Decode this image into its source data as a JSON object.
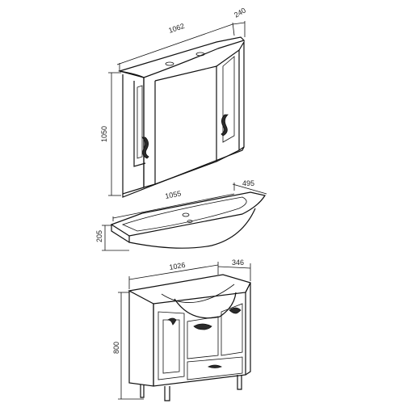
{
  "mirror_cabinet": {
    "width": "1062",
    "depth": "240",
    "height": "1050"
  },
  "washbasin": {
    "width": "1055",
    "depth": "495",
    "height": "205"
  },
  "vanity": {
    "width": "1026",
    "depth": "346",
    "height": "800"
  }
}
